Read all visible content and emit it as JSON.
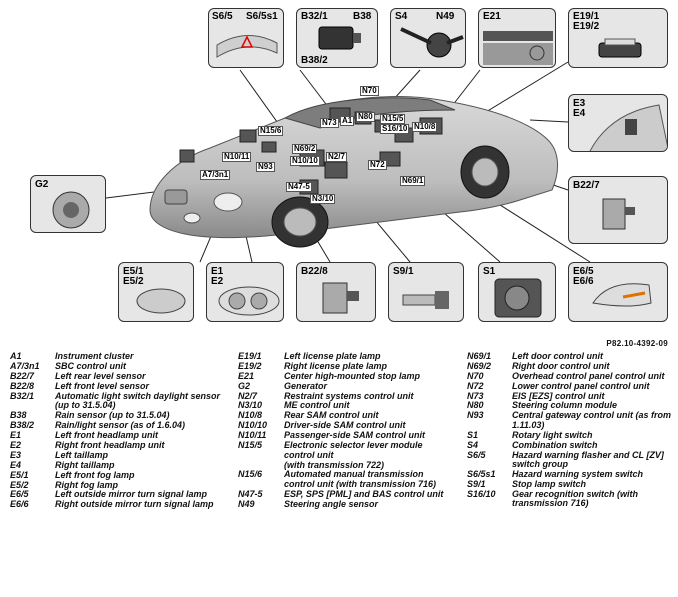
{
  "diagram": {
    "reference_code": "P82.10-4392-09",
    "top_boxes": [
      {
        "id": "s6",
        "labels": [
          "S6/5",
          "S6/5s1"
        ]
      },
      {
        "id": "b32",
        "labels": [
          "B32/1",
          "B38",
          "B38/2"
        ]
      },
      {
        "id": "s4",
        "labels": [
          "S4",
          "N49"
        ]
      },
      {
        "id": "e21",
        "labels": [
          "E21"
        ]
      },
      {
        "id": "e19",
        "labels": [
          "E19/1",
          "E19/2"
        ]
      }
    ],
    "side_boxes": [
      {
        "id": "g2",
        "labels": [
          "G2"
        ]
      },
      {
        "id": "e3",
        "labels": [
          "E3",
          "E4"
        ]
      },
      {
        "id": "b227",
        "labels": [
          "B22/7"
        ]
      }
    ],
    "bottom_boxes": [
      {
        "id": "e5",
        "labels": [
          "E5/1",
          "E5/2"
        ]
      },
      {
        "id": "e1",
        "labels": [
          "E1",
          "E2"
        ]
      },
      {
        "id": "b228",
        "labels": [
          "B22/8"
        ]
      },
      {
        "id": "s91",
        "labels": [
          "S9/1"
        ]
      },
      {
        "id": "s1",
        "labels": [
          "S1"
        ]
      },
      {
        "id": "e6",
        "labels": [
          "E6/5",
          "E6/6"
        ]
      }
    ],
    "callouts": [
      "N70",
      "A1",
      "N73",
      "N80",
      "N15/6",
      "N15/5",
      "S16/10",
      "N10/8",
      "N69/2",
      "N10/11",
      "N2/7",
      "N72",
      "N93",
      "N10/10",
      "A7/3n1",
      "N47-5",
      "N69/1",
      "N3/10"
    ]
  },
  "legend": {
    "col1": [
      {
        "code": "A1",
        "desc": "Instrument cluster"
      },
      {
        "code": "A7/3n1",
        "desc": "SBC control unit"
      },
      {
        "code": "B22/7",
        "desc": "Left rear level sensor"
      },
      {
        "code": "B22/8",
        "desc": "Left front level sensor"
      },
      {
        "code": "B32/1",
        "desc": "Automatic light switch daylight sensor"
      },
      {
        "code": "",
        "desc": "(up to 31.5.04)"
      },
      {
        "code": "B38",
        "desc": "Rain sensor (up to 31.5.04)"
      },
      {
        "code": "B38/2",
        "desc": "Rain/light sensor (as of 1.6.04)"
      },
      {
        "code": "E1",
        "desc": "Left front headlamp unit"
      },
      {
        "code": "E2",
        "desc": "Right front headlamp unit"
      },
      {
        "code": "E3",
        "desc": "Left taillamp"
      },
      {
        "code": "E4",
        "desc": "Right taillamp"
      },
      {
        "code": "E5/1",
        "desc": "Left front fog lamp"
      },
      {
        "code": "E5/2",
        "desc": "Right fog lamp"
      },
      {
        "code": "E6/5",
        "desc": "Left outside mirror turn signal lamp"
      },
      {
        "code": "E6/6",
        "desc": "Right outside mirror turn signal lamp"
      }
    ],
    "col2": [
      {
        "code": "E19/1",
        "desc": "Left license plate lamp"
      },
      {
        "code": "E19/2",
        "desc": "Right license plate lamp"
      },
      {
        "code": "E21",
        "desc": "Center high-mounted stop lamp"
      },
      {
        "code": "G2",
        "desc": "Generator"
      },
      {
        "code": "N2/7",
        "desc": "Restraint systems control unit"
      },
      {
        "code": "N3/10",
        "desc": "ME control unit"
      },
      {
        "code": "N10/8",
        "desc": "Rear SAM control unit"
      },
      {
        "code": "N10/10",
        "desc": "Driver-side SAM control unit"
      },
      {
        "code": "N10/11",
        "desc": "Passenger-side SAM control unit"
      },
      {
        "code": "N15/5",
        "desc": "Electronic selector lever module control unit"
      },
      {
        "code": "",
        "desc": "(with transmission 722)"
      },
      {
        "code": "N15/6",
        "desc": "Automated manual transmission control unit (with transmission 716)"
      },
      {
        "code": "N47-5",
        "desc": "ESP, SPS [PML] and BAS control unit"
      },
      {
        "code": "N49",
        "desc": "Steering angle sensor"
      }
    ],
    "col3": [
      {
        "code": "N69/1",
        "desc": "Left door control unit"
      },
      {
        "code": "N69/2",
        "desc": "Right door control unit"
      },
      {
        "code": "N70",
        "desc": "Overhead control panel control unit"
      },
      {
        "code": "N72",
        "desc": "Lower control panel control unit"
      },
      {
        "code": "N73",
        "desc": "EIS [EZS] control unit"
      },
      {
        "code": "N80",
        "desc": "Steering column module"
      },
      {
        "code": "N93",
        "desc": "Central gateway control unit (as from 1.11.03)"
      },
      {
        "code": "S1",
        "desc": "Rotary light switch"
      },
      {
        "code": "S4",
        "desc": "Combination switch"
      },
      {
        "code": "S6/5",
        "desc": "Hazard warning flasher and CL [ZV] switch group"
      },
      {
        "code": "S6/5s1",
        "desc": "Hazard warning system switch"
      },
      {
        "code": "S9/1",
        "desc": "Stop lamp switch"
      },
      {
        "code": "S16/10",
        "desc": "Gear recognition switch (with transmission 716)"
      }
    ]
  }
}
